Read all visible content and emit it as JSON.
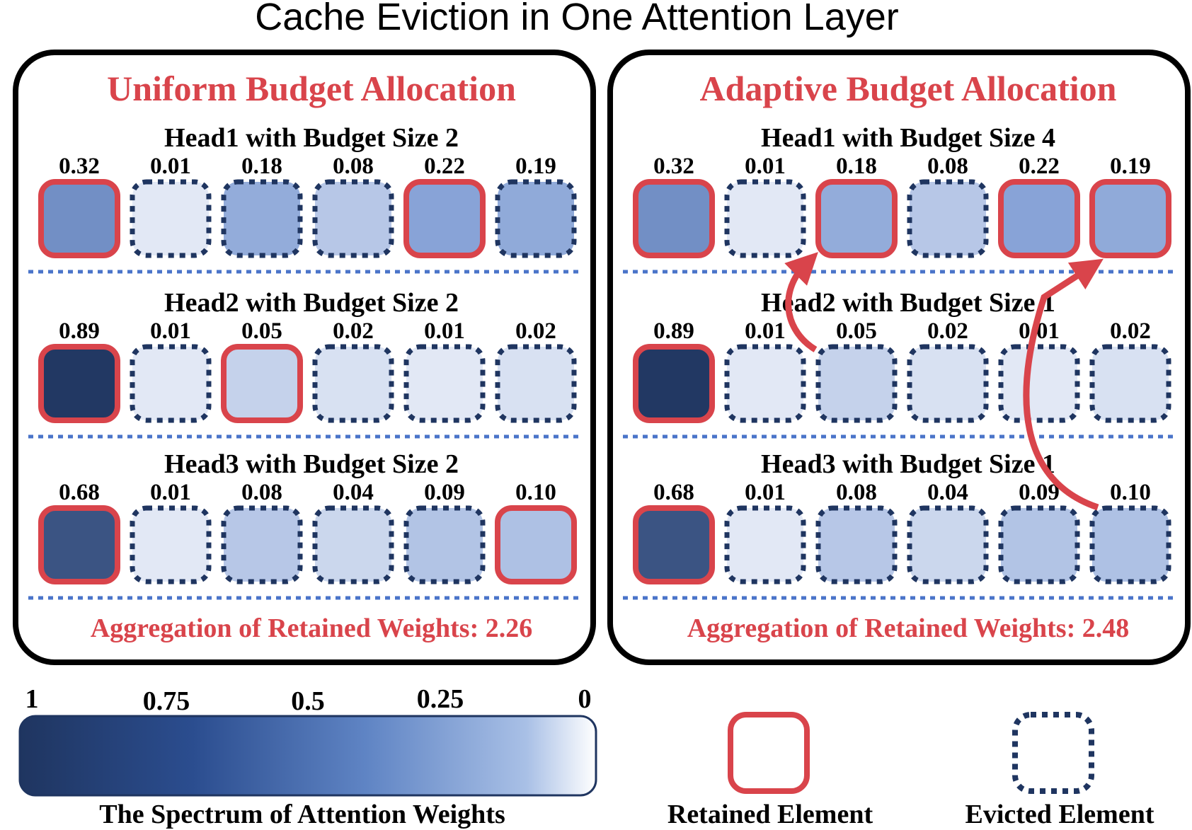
{
  "title": "Cache Eviction in One Attention Layer",
  "colors": {
    "retained": "#d9444b",
    "evicted": "#1f3560",
    "accent_red": "#d9444b",
    "separator": "#4a74c9",
    "dark_blue": "#1f3560",
    "light_blue": "#eef3fb"
  },
  "panels": [
    {
      "heading": "Uniform Budget Allocation",
      "heads": [
        {
          "label": "Head1 with Budget Size 2",
          "cells": [
            {
              "value": "0.32",
              "retained": true
            },
            {
              "value": "0.01",
              "retained": false
            },
            {
              "value": "0.18",
              "retained": false
            },
            {
              "value": "0.08",
              "retained": false
            },
            {
              "value": "0.22",
              "retained": true
            },
            {
              "value": "0.19",
              "retained": false
            }
          ]
        },
        {
          "label": "Head2 with Budget Size 2",
          "cells": [
            {
              "value": "0.89",
              "retained": true
            },
            {
              "value": "0.01",
              "retained": false
            },
            {
              "value": "0.05",
              "retained": true
            },
            {
              "value": "0.02",
              "retained": false
            },
            {
              "value": "0.01",
              "retained": false
            },
            {
              "value": "0.02",
              "retained": false
            }
          ]
        },
        {
          "label": "Head3 with Budget Size 2",
          "cells": [
            {
              "value": "0.68",
              "retained": true
            },
            {
              "value": "0.01",
              "retained": false
            },
            {
              "value": "0.08",
              "retained": false
            },
            {
              "value": "0.04",
              "retained": false
            },
            {
              "value": "0.09",
              "retained": false
            },
            {
              "value": "0.10",
              "retained": true
            }
          ]
        }
      ],
      "aggregation": "Aggregation of Retained Weights: 2.26"
    },
    {
      "heading": "Adaptive Budget Allocation",
      "heads": [
        {
          "label": "Head1 with Budget Size 4",
          "cells": [
            {
              "value": "0.32",
              "retained": true
            },
            {
              "value": "0.01",
              "retained": false
            },
            {
              "value": "0.18",
              "retained": true
            },
            {
              "value": "0.08",
              "retained": false
            },
            {
              "value": "0.22",
              "retained": true
            },
            {
              "value": "0.19",
              "retained": true
            }
          ]
        },
        {
          "label": "Head2 with Budget Size 1",
          "cells": [
            {
              "value": "0.89",
              "retained": true
            },
            {
              "value": "0.01",
              "retained": false
            },
            {
              "value": "0.05",
              "retained": false
            },
            {
              "value": "0.02",
              "retained": false
            },
            {
              "value": "0.01",
              "retained": false
            },
            {
              "value": "0.02",
              "retained": false
            }
          ]
        },
        {
          "label": "Head3 with Budget Size 1",
          "cells": [
            {
              "value": "0.68",
              "retained": true
            },
            {
              "value": "0.01",
              "retained": false
            },
            {
              "value": "0.08",
              "retained": false
            },
            {
              "value": "0.04",
              "retained": false
            },
            {
              "value": "0.09",
              "retained": false
            },
            {
              "value": "0.10",
              "retained": false
            }
          ]
        }
      ],
      "aggregation": "Aggregation of Retained Weights: 2.48"
    }
  ],
  "spectrum": {
    "ticks": [
      "1",
      "0.75",
      "0.5",
      "0.25",
      "0"
    ],
    "label": "The Spectrum of Attention Weights"
  },
  "legend": {
    "retained_label": "Retained Element",
    "evicted_label": "Evicted Element"
  }
}
